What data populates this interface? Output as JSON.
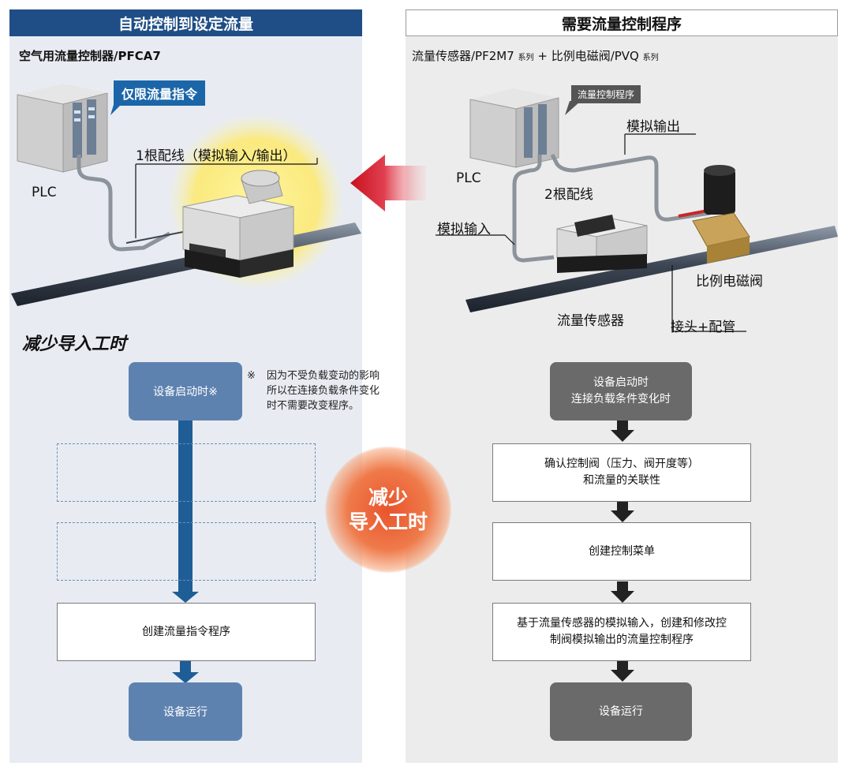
{
  "left": {
    "header": "自动控制到设定流量",
    "subtitle": "空气用流量控制器/PFCA7",
    "plc_label": "PLC",
    "tag": "仅限流量指令",
    "wiring_label": "1根配线（模拟输入/输出）",
    "section_title": "减少导入工时",
    "flow": {
      "start": "设备启动时※",
      "step": "创建流量指令程序",
      "end": "设备运行"
    },
    "note_mark": "※",
    "note_lines": [
      "因为不受负载变动的影响",
      "所以在连接负载条件变化",
      "时不需要改变程序。"
    ]
  },
  "right": {
    "header": "需要流量控制程序",
    "subtitle_main": "流量传感器/PF2M7",
    "subtitle_series1": "系列",
    "subtitle_plus": "+",
    "subtitle_main2": "比例电磁阀/PVQ",
    "subtitle_series2": "系列",
    "plc_label": "PLC",
    "tag": "流量控制程序",
    "analog_out": "模拟输出",
    "wiring_label": "2根配线",
    "analog_in": "模拟输入",
    "valve_label": "比例电磁阀",
    "sensor_label": "流量传感器",
    "fitting_label": "接头+配管",
    "flow": {
      "start_line1": "设备启动时",
      "start_line2": "连接负载条件变化时",
      "step1_line1": "确认控制阀（压力、阀开度等）",
      "step1_line2": "和流量的关联性",
      "step2": "创建控制菜单",
      "step3_line1": "基于流量传感器的模拟输入，创建和修改控",
      "step3_line2": "制阀模拟输出的流量控制程序",
      "end": "设备运行"
    }
  },
  "badge": {
    "line1": "减少",
    "line2": "导入工时"
  },
  "colors": {
    "left_header": "#1f4e86",
    "left_box": "#5e82b0",
    "right_box": "#6a6a6a",
    "badge": "#e8552d",
    "arrow": "#d21f2a"
  }
}
